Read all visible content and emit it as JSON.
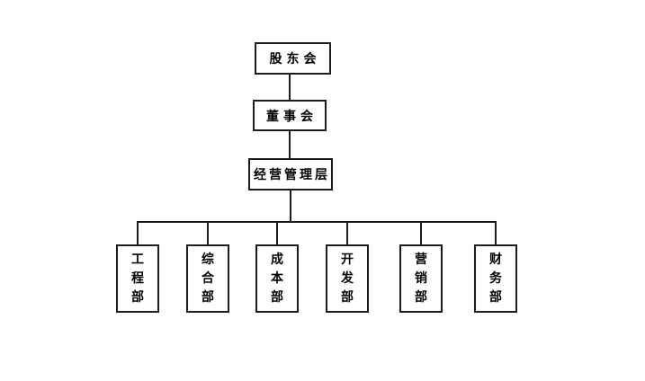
{
  "org_chart": {
    "levels": {
      "shareholders": {
        "label": "股东会"
      },
      "board": {
        "label": "董事会"
      },
      "management": {
        "label": "经营管理层"
      }
    },
    "departments": [
      {
        "label": "工程部"
      },
      {
        "label": "综合部"
      },
      {
        "label": "成本部"
      },
      {
        "label": "开发部"
      },
      {
        "label": "营销部"
      },
      {
        "label": "财务部"
      }
    ],
    "colors": {
      "line": "#1d1d1d",
      "box_border": "#1d1d1d",
      "text": "#000000",
      "background": "#ffffff"
    }
  }
}
